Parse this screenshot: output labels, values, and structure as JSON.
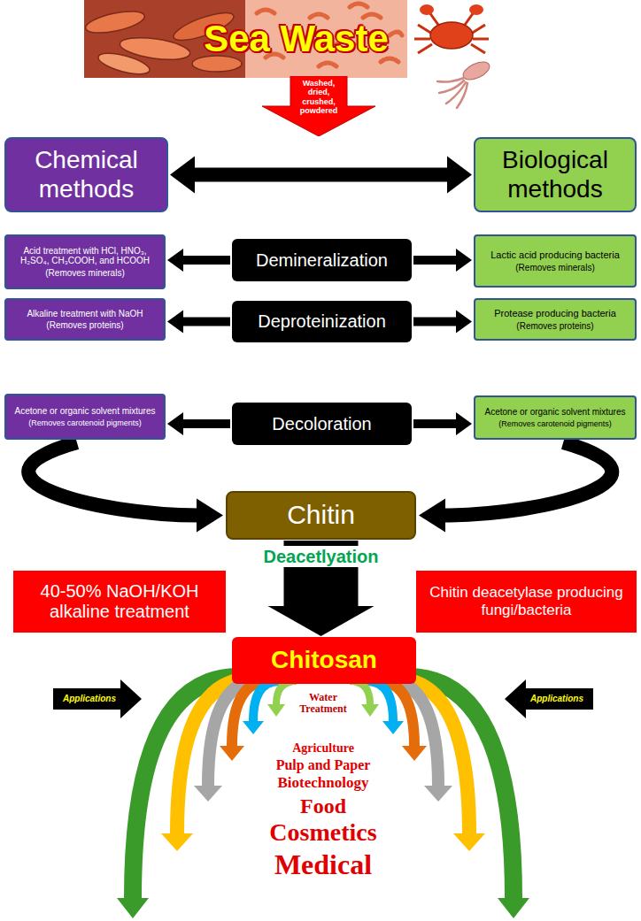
{
  "diagram": {
    "nodes": [
      {
        "text": [
          "Sea Waste"
        ]
      },
      {
        "text": [
          "Washed, dried, crushed, powdered"
        ]
      },
      {
        "text": [
          "Chemical methods"
        ]
      },
      {
        "text": [
          "Biological methods"
        ]
      },
      {
        "text": [
          "Acid treatment with HCl, HNO₃, H₂SO₄, CH₃COOH, and HCOOH",
          "(Removes minerals)"
        ]
      },
      {
        "text": [
          "Demineralization"
        ]
      },
      {
        "text": [
          "Lactic acid producing bacteria",
          "(Removes minerals)"
        ]
      },
      {
        "text": [
          "Alkaline treatment with NaOH",
          "(Removes proteins)"
        ]
      },
      {
        "text": [
          "Deproteinization"
        ]
      },
      {
        "text": [
          "Protease producing bacteria",
          "(Removes proteins)"
        ]
      },
      {
        "text": [
          "Acetone or organic solvent mixtures",
          "(Removes carotenoid pigments)"
        ]
      },
      {
        "text": [
          "Decoloration"
        ]
      },
      {
        "text": [
          "Acetone or organic solvent mixtures",
          "(Removes carotenoid pigments)"
        ]
      },
      {
        "text": [
          "Chitin"
        ]
      },
      {
        "text": [
          "40-50% NaOH/KOH alkaline treatment"
        ]
      },
      {
        "text": [
          "Chitin deacetylase producing fungi/bacteria"
        ]
      },
      {
        "text": [
          "Chitosan"
        ]
      },
      {
        "text": [
          "Applications"
        ]
      },
      {
        "text": [
          "Applications"
        ]
      }
    ],
    "edges": [
      {
        "from": 2,
        "to": 3,
        "arrow": "both"
      },
      {
        "from": 5,
        "to": 4,
        "arrow": "to"
      },
      {
        "from": 5,
        "to": 6,
        "arrow": "to"
      },
      {
        "from": 8,
        "to": 7,
        "arrow": "to"
      },
      {
        "from": 8,
        "to": 9,
        "arrow": "to"
      },
      {
        "from": 11,
        "to": 10,
        "arrow": "to"
      },
      {
        "from": 11,
        "to": 12,
        "arrow": "to"
      },
      {
        "from": 10,
        "to": 13,
        "arrow": "to"
      },
      {
        "from": 12,
        "to": 13,
        "arrow": "to"
      },
      {
        "from": 13,
        "to": 16,
        "label": "Deacetlyation",
        "arrow": "to"
      }
    ],
    "labels": [
      "Water Treatment",
      "Agriculture",
      "Pulp and Paper",
      "Biotechnology",
      "Food",
      "Cosmetics",
      "Medical"
    ]
  }
}
